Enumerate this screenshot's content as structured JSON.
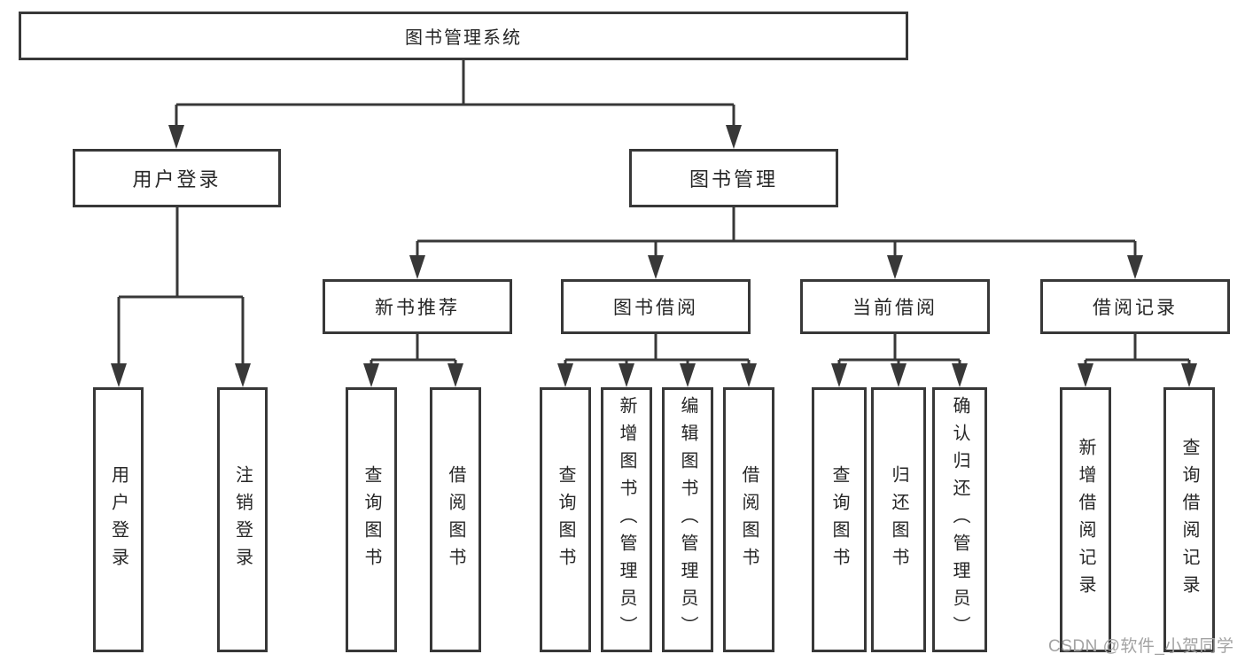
{
  "diagram": {
    "root": {
      "label": "图书管理系统"
    },
    "level2": [
      {
        "label": "用户登录"
      },
      {
        "label": "图书管理"
      }
    ],
    "level3": [
      {
        "label": "新书推荐"
      },
      {
        "label": "图书借阅"
      },
      {
        "label": "当前借阅"
      },
      {
        "label": "借阅记录"
      }
    ],
    "login_children": [
      {
        "label": "用户登录"
      },
      {
        "label": "注销登录"
      }
    ],
    "recommend_children": [
      {
        "label": "查询图书"
      },
      {
        "label": "借阅图书"
      }
    ],
    "borrow_children": [
      {
        "label": "查询图书"
      },
      {
        "label": "新增图书（管理员）"
      },
      {
        "label": "编辑图书（管理员）"
      },
      {
        "label": "借阅图书"
      }
    ],
    "current_children": [
      {
        "label": "查询图书"
      },
      {
        "label": "归还图书"
      },
      {
        "label": "确认归还（管理员）"
      }
    ],
    "record_children": [
      {
        "label": "新增借阅记录"
      },
      {
        "label": "查询借阅记录"
      }
    ]
  },
  "watermark": {
    "text": "CSDN @软件_小贺同学"
  },
  "colors": {
    "line": "#383838",
    "text": "#262626",
    "watermark": "#a3a3a3",
    "background": "#ffffff"
  }
}
